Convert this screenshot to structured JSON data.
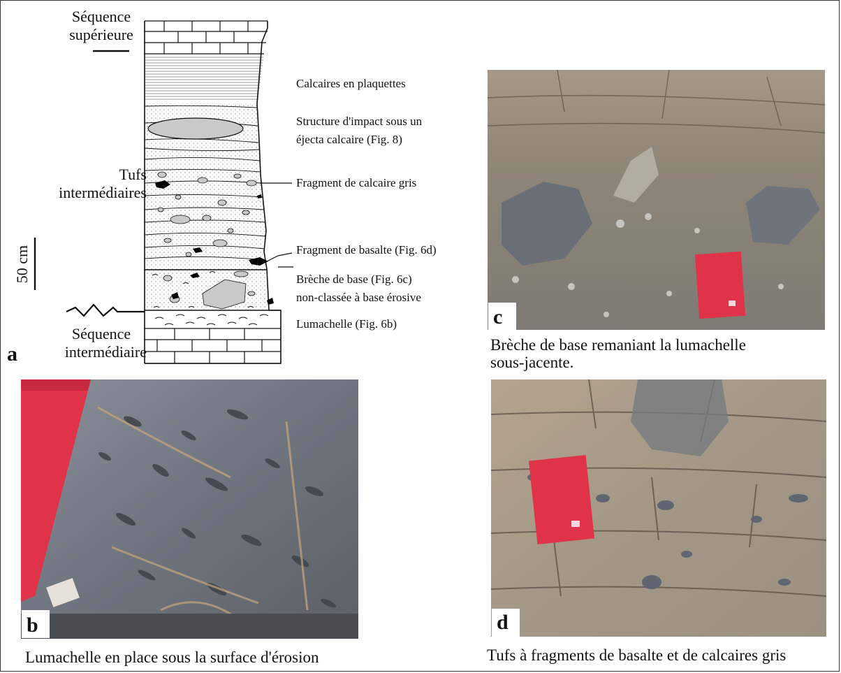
{
  "figure": {
    "panel_a": {
      "letter": "a",
      "seq_sup_line1": "Séquence",
      "seq_sup_line2": "supérieure",
      "tufs_line1": "Tufs",
      "tufs_line2": "intermédiaires",
      "scale": "50 cm",
      "seq_int_line1": "Séquence",
      "seq_int_line2": "intermédiaire",
      "notes": {
        "calcaires": "Calcaires en plaquettes",
        "structure_line1": "Structure d'impact sous un",
        "structure_line2": "éjecta calcaire (Fig. 8)",
        "fragment_gris": "Fragment de calcaire gris",
        "fragment_basalte": "Fragment de basalte (Fig. 6d)",
        "breche_line1": "Brèche de base (Fig. 6c)",
        "breche_line2": "non-classée à base érosive",
        "lumachelle": "Lumachelle (Fig. 6b)"
      }
    },
    "panel_b": {
      "letter": "b",
      "caption": "Lumachelle en place sous la surface d'érosion"
    },
    "panel_c": {
      "letter": "c",
      "caption_line1": "Brèche de base remaniant la lumachelle",
      "caption_line2": "sous-jacente."
    },
    "panel_d": {
      "letter": "d",
      "caption": "Tufs à fragments de basalte et de calcaires gris"
    },
    "colors": {
      "notebook_red": "#e0334a",
      "rock_gray": "#7d8088",
      "tuff_tan": "#b3a48e"
    }
  }
}
